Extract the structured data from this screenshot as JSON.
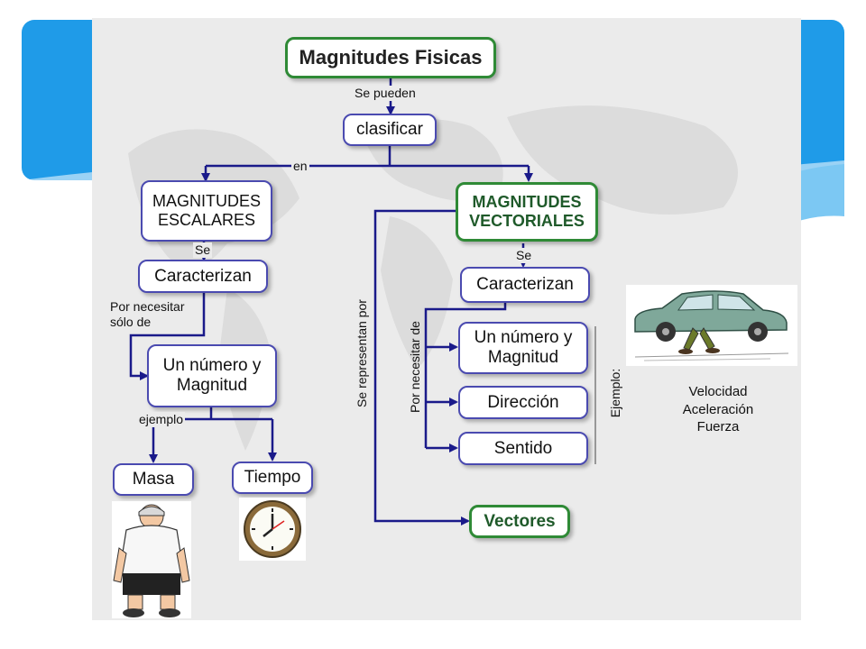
{
  "diagram": {
    "nodes": {
      "root": "Magnitudes Fisicas",
      "clasificar": "clasificar",
      "escalares": "MAGNITUDES\nESCALARES",
      "vectoriales": "MAGNITUDES\nVECTORIALES",
      "caracterizan_esc": "Caracterizan",
      "caracterizan_vec": "Caracterizan",
      "numero_esc": "Un número y\nMagnitud",
      "numero_vec": "Un número y\nMagnitud",
      "direccion": "Dirección",
      "sentido": "Sentido",
      "masa": "Masa",
      "tiempo": "Tiempo",
      "vectores": "Vectores"
    },
    "labels": {
      "se_pueden": "Se pueden",
      "en": "en",
      "se_esc": "Se",
      "se_vec": "Se",
      "por_necesitar_solo": "Por necesitar\nsólo de",
      "ejemplo": "ejemplo",
      "se_representan_por": "Se representan por",
      "por_necesitar_de": "Por necesitar de",
      "ejemplo_colon": "Ejemplo:",
      "vector_examples": "Velocidad\nAceleración\nFuerza"
    },
    "pictures": [
      "man-figure",
      "clock",
      "car-with-person"
    ]
  },
  "colors": {
    "slide_blue": "#1f9be8",
    "node_border": "#4a4ab0",
    "green_border": "#2f8a36",
    "green_text": "#1f5a2a",
    "arrow": "#1a1a8a",
    "panel": "#ebebeb"
  }
}
